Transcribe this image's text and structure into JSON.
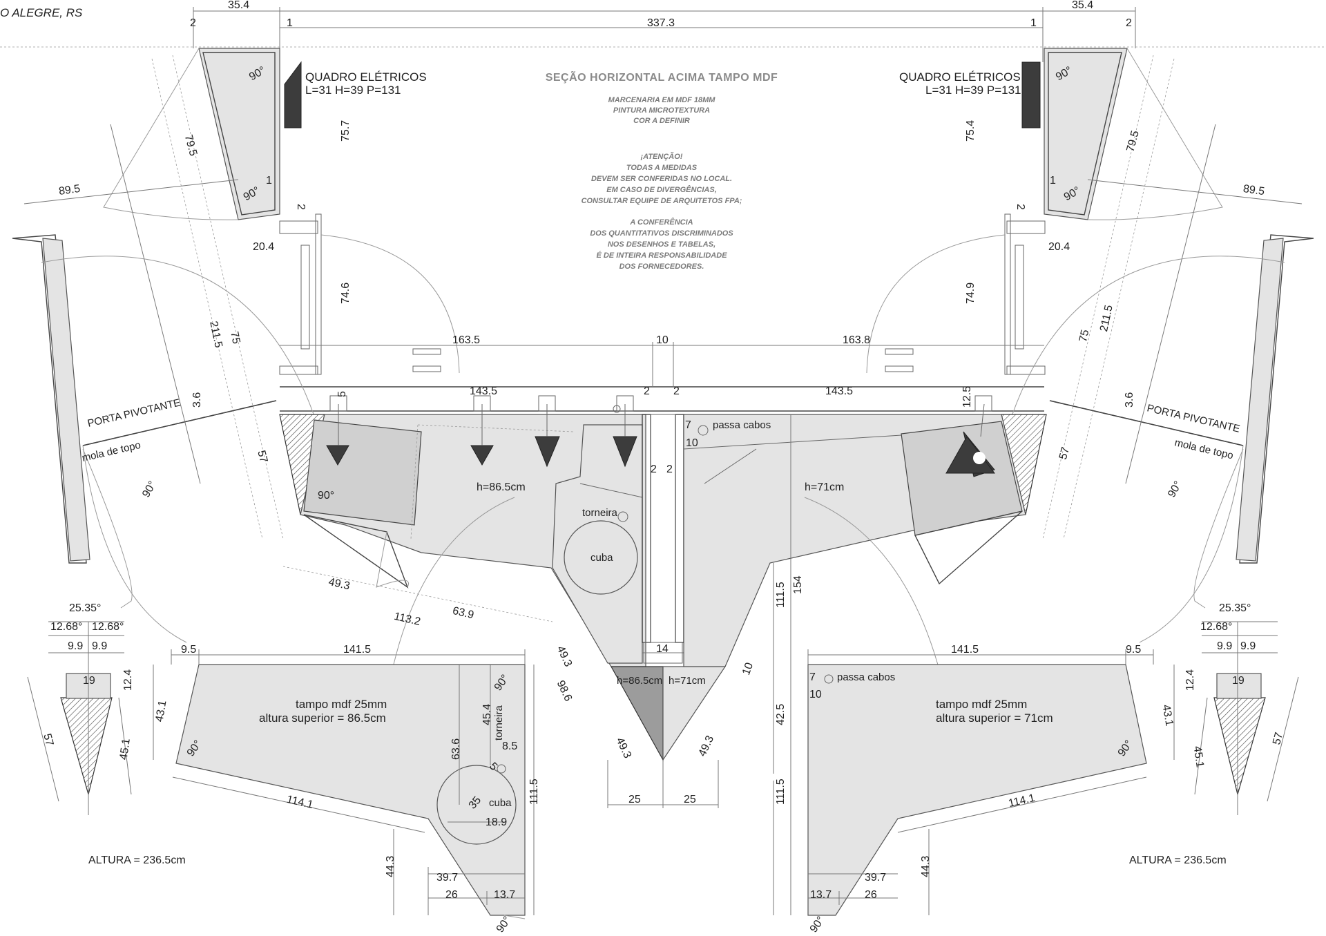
{
  "header": {
    "location_fragment": "O ALEGRE, RS"
  },
  "title": "SEÇÃO HORIZONTAL ACIMA TAMPO MDF",
  "notes": {
    "spec": [
      "MARCENARIA EM MDF 18MM",
      "PINTURA MICROTEXTURA",
      "COR A DEFINIR"
    ],
    "attention": [
      "¡ATENÇÃO!",
      "TODAS A MEDIDAS",
      "DEVEM SER CONFERIDAS NO LOCAL.",
      "EM CASO DE DIVERGÊNCIAS,",
      "CONSULTAR EQUIPE DE ARQUITETOS FPA;"
    ],
    "responsibility": [
      "A CONFERÊNCIA",
      "DOS QUANTITATIVOS DISCRIMINADOS",
      "NOS DESENHOS E TABELAS,",
      "É DE INTEIRA RESPONSABILIDADE",
      "DOS FORNECEDORES."
    ]
  },
  "electrical_panel": {
    "title": "QUADRO ELÉTRICOS",
    "size": "L=31 H=39 P=131"
  },
  "labels": {
    "pivot_door": "PORTA PIVOTANTE",
    "door_spring": "mola de topo",
    "cable_pass": "passa cabos",
    "faucet": "torneira",
    "sink": "cuba",
    "height_left": "h=86.5cm",
    "height_right": "h=71cm",
    "top_left_title": "tampo mdf 25mm",
    "top_left_height": "altura superior = 86.5cm",
    "top_right_title": "tampo mdf 25mm",
    "top_right_height": "altura superior = 71cm",
    "total_height": "ALTURA = 236.5cm"
  },
  "dims": {
    "d_35_4": "35.4",
    "d_337_3": "337.3",
    "d_2": "2",
    "d_1": "1",
    "d_75_7": "75.7",
    "d_75_4": "75.4",
    "d_79_5": "79.5",
    "d_89_5": "89.5",
    "d_20_4": "20.4",
    "d_74_6": "74.6",
    "d_74_9": "74.9",
    "d_211_5": "211.5",
    "d_75": "75",
    "d_3_6": "3.6",
    "d_57": "57",
    "d_163_5": "163.5",
    "d_10": "10",
    "d_163_8": "163.8",
    "d_5": "5",
    "d_143_5": "143.5",
    "d_12_5": "12.5",
    "d_7": "7",
    "d_49_3": "49.3",
    "d_113_2": "113.2",
    "d_63_9": "63.9",
    "d_98_6": "98.6",
    "d_14": "14",
    "d_111_5": "111.5",
    "d_154": "154",
    "d_25_35": "25.35°",
    "d_12_68": "12.68°",
    "d_9_9": "9.9",
    "d_19": "19",
    "d_12_4": "12.4",
    "d_45_1": "45.1",
    "d_9_5": "9.5",
    "d_141_5": "141.5",
    "d_43_1": "43.1",
    "d_45_4": "45.4",
    "d_63_6": "63.6",
    "d_8_5": "8.5",
    "d_35": "35",
    "d_18_9": "18.9",
    "d_114_1": "114.1",
    "d_44_3": "44.3",
    "d_39_7": "39.7",
    "d_26": "26",
    "d_13_7": "13.7",
    "d_42_5": "42.5",
    "d_25": "25",
    "d_90": "90°"
  }
}
